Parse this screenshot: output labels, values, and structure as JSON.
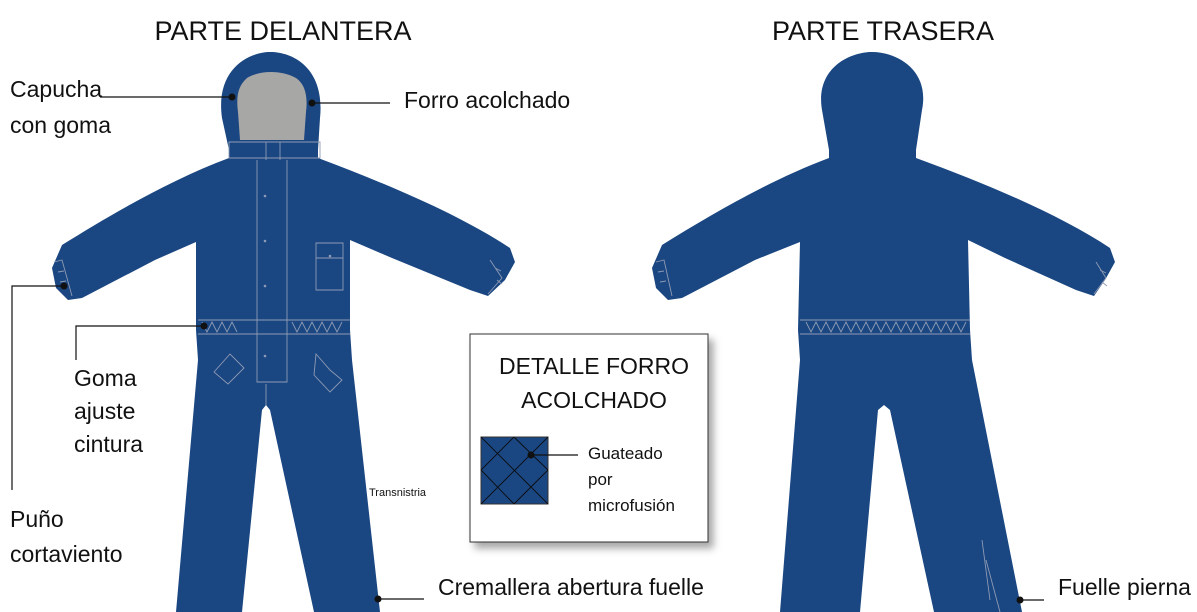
{
  "colors": {
    "garment": "#1a4682",
    "hood_lining": "#a7a7a5",
    "seam": "#8f9bb4",
    "text": "#111111"
  },
  "front_title": "PARTE DELANTERA",
  "back_title": "PARTE TRASERA",
  "labels": {
    "hood_line1": "Capucha",
    "hood_line2": "con goma",
    "lining": "Forro acolchado",
    "waist_line1": "Goma",
    "waist_line2": "ajuste",
    "waist_line3": "cintura",
    "cuff_line1": "Puño",
    "cuff_line2": "cortaviento",
    "zipper": "Cremallera abertura fuelle",
    "leg_gusset": "Fuelle pierna",
    "watermark": "Transnistria"
  },
  "detail_box": {
    "title_line1": "DETALLE FORRO",
    "title_line2": "ACOLCHADO",
    "label_line1": "Guateado",
    "label_line2": "por",
    "label_line3": "microfusión"
  }
}
